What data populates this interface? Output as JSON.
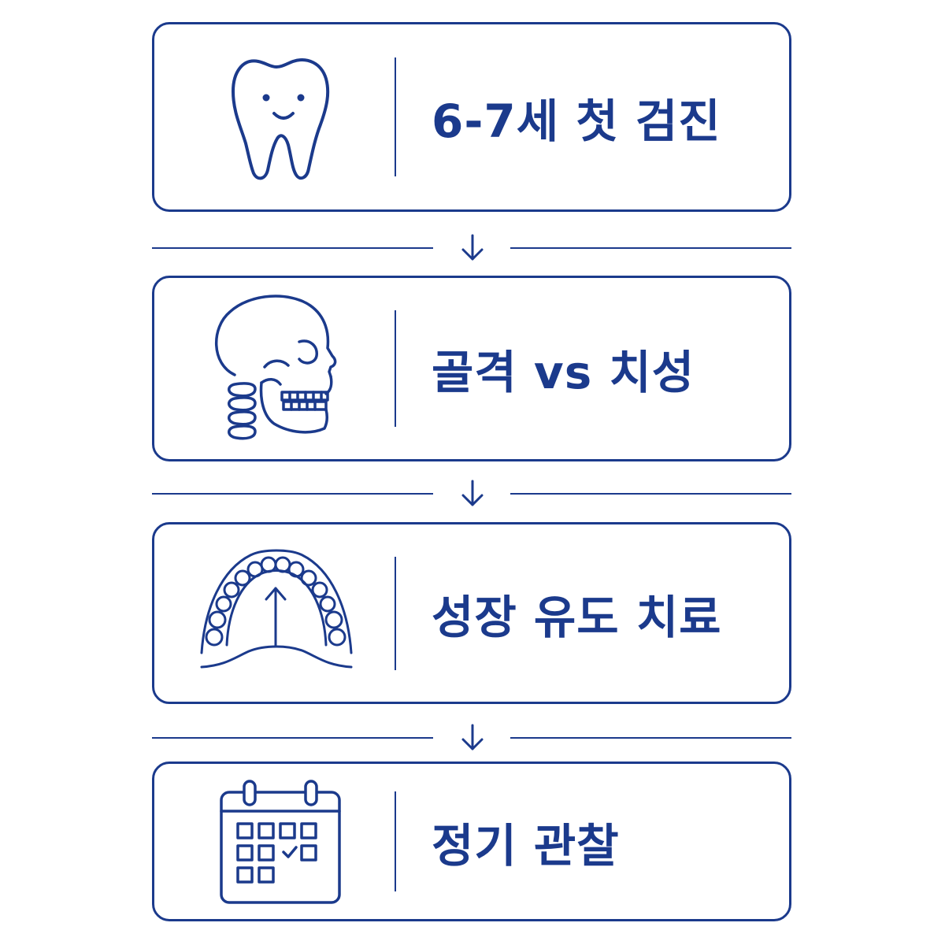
{
  "colors": {
    "primary": "#1b3a8c",
    "background": "#ffffff"
  },
  "steps": [
    {
      "icon": "tooth-icon",
      "label": "6-7세 첫 검진"
    },
    {
      "icon": "skull-icon",
      "label": "골격 vs 치성"
    },
    {
      "icon": "dental-arch-icon",
      "label": "성장 유도 치료"
    },
    {
      "icon": "calendar-icon",
      "label": "정기 관찰"
    }
  ],
  "connectors": [
    {
      "icon": "arrow-down-icon"
    },
    {
      "icon": "arrow-down-icon"
    },
    {
      "icon": "arrow-down-icon"
    }
  ]
}
